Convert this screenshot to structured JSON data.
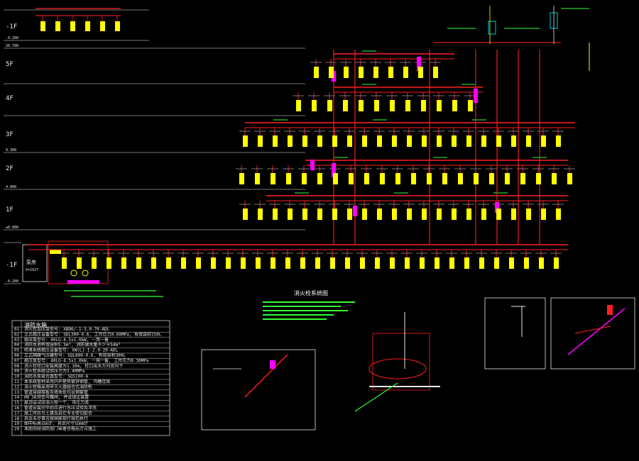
{
  "floors": [
    {
      "label": "-1F",
      "elev": "-4.200"
    },
    {
      "label": "5F",
      "elev": "20.700"
    },
    {
      "label": "4F",
      "elev": ""
    },
    {
      "label": "3F",
      "elev": "9.300"
    },
    {
      "label": "2F",
      "elev": "4.800"
    },
    {
      "label": "1F",
      "elev": "±0.000"
    },
    {
      "label": "-1F",
      "elev": "-4.200"
    }
  ],
  "pump_room": {
    "title": "泵房",
    "subtitle": "V=1927"
  },
  "detail_title": "消火栓系统图",
  "notes": {
    "title": "消防水箱",
    "rows": [
      {
        "no": "01",
        "text": "消火栓加压泵型号: XBD6/-1-3.0-70-ADL",
        "color": "#e8e8e8"
      },
      {
        "no": "02",
        "text": "立式稳压设备型号: SDL300-0.6, 工作压力0.60MPa, 有效容积150L",
        "color": "#e8e8e8"
      },
      {
        "no": "03",
        "text": "稳压泵型号: 40LG-4.5x1.0kW, 一用一备",
        "color": "#e8e8e8"
      },
      {
        "no": "04",
        "text": "消防水池有效容积5.5m³, 消防储水量不少于54m³",
        "color": "#ff3030"
      },
      {
        "no": "05",
        "text": "喷淋系统稳压设备型号: XW(L)-I-2.0-20-ADL",
        "color": "#e8e8e8"
      },
      {
        "no": "06",
        "text": "立式隔膜气压罐型号: SQL800-0.6, 有效容积300L",
        "color": "#e8e8e8"
      },
      {
        "no": "07",
        "text": "稳压泵型号: 40LG-4.5x1.0kW, 一用一备, 工作压力0.30MPa",
        "color": "#e8e8e8"
      },
      {
        "no": "08",
        "text": "消火栓栓口安装高度为1.10m, 栓口出水方向宜向下",
        "color": "#e8e8e8"
      },
      {
        "no": "09",
        "text": "消火栓系统试验压力为1.40MPa",
        "color": "#e8e8e8"
      },
      {
        "no": "10",
        "text": "消防水泵接合器型号: SQS100-A",
        "color": "#e8e8e8"
      },
      {
        "no": "11",
        "text": "本系统管材采用内外壁热镀锌钢管, 沟槽连接",
        "color": "#e8e8e8"
      },
      {
        "no": "12",
        "text": "消火栓箱采用带灭火器组合式消防柜",
        "color": "#e8e8e8"
      },
      {
        "no": "13",
        "text": "管道穿越楼板及墙体处均设钢套管",
        "color": "#e8e8e8"
      },
      {
        "no": "14",
        "text": "阀门采用信号蝶阀, 并设锁定装置",
        "color": "#e8e8e8"
      },
      {
        "no": "15",
        "text": "屋顶设试验消火栓一个, 带压力表",
        "color": "#e8e8e8"
      },
      {
        "no": "16",
        "text": "管道安装完毕后应进行水压试验及冲洗",
        "color": "#e8e8e8"
      },
      {
        "no": "17",
        "text": "施工时应与土建及其它专业密切配合",
        "color": "#e8e8e8"
      },
      {
        "no": "18",
        "text": "其余未尽事宜按国家现行规范执行",
        "color": "#e8e8e8"
      },
      {
        "no": "19",
        "text": "图中标高以m计, 其余尺寸以mm计",
        "color": "#e8e8e8"
      },
      {
        "no": "20",
        "text": "本图须经消防部门审查合格后方可施工",
        "color": "#e8e8e8"
      }
    ]
  },
  "colors": {
    "pipe": "#ff2020",
    "hydrant": "#ffff00",
    "riser": "#ff00ff",
    "annotation": "#33ff33",
    "text": "#e8e8e8",
    "equipment": "#00ffff"
  }
}
